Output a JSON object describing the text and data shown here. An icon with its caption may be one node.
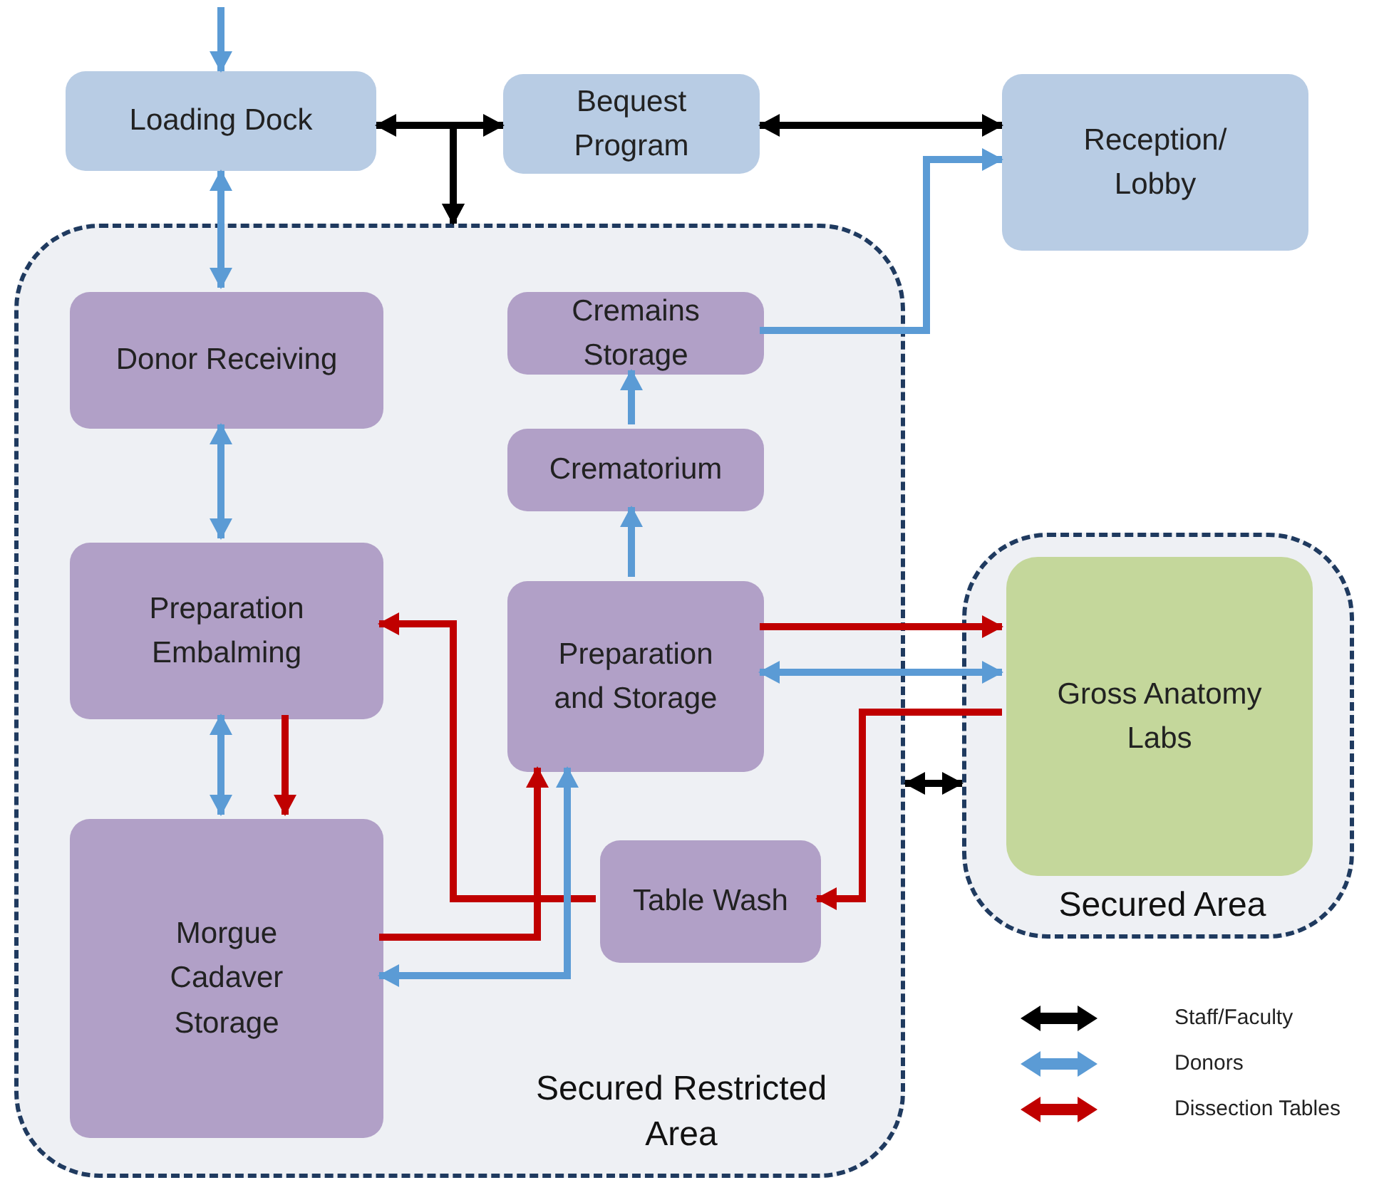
{
  "diagram": {
    "nodes": [
      {
        "text": [
          "Loading Dock"
        ]
      },
      {
        "text": [
          "Bequest Program"
        ]
      },
      {
        "text": [
          "Reception/ Lobby"
        ]
      },
      {
        "text": [
          "Secured Restricted Area"
        ]
      },
      {
        "text": [
          "Donor Receiving"
        ],
        "in": 3
      },
      {
        "text": [
          "Cremains Storage"
        ],
        "in": 3
      },
      {
        "text": [
          "Crematorium"
        ],
        "in": 3
      },
      {
        "text": [
          "Preparation Embalming"
        ],
        "in": 3
      },
      {
        "text": [
          "Preparation and Storage"
        ],
        "in": 3
      },
      {
        "text": [
          "Morgue Cadaver Storage"
        ],
        "in": 3
      },
      {
        "text": [
          "Table Wash"
        ],
        "in": 3
      },
      {
        "text": [
          "Secured Area"
        ]
      },
      {
        "text": [
          "Gross Anatomy Labs"
        ],
        "in": 11
      }
    ],
    "edges": [
      {
        "from": null,
        "to": 0,
        "arrow": "to"
      },
      {
        "from": 0,
        "to": 1,
        "arrow": "both",
        "color": "#000000"
      },
      {
        "from": 0,
        "to": 3,
        "arrow": "to",
        "color": "#000000"
      },
      {
        "from": 1,
        "to": 3,
        "arrow": "to",
        "color": "#000000"
      },
      {
        "from": 1,
        "to": 2,
        "arrow": "both",
        "color": "#000000"
      },
      {
        "from": 0,
        "to": 4,
        "arrow": "both"
      },
      {
        "from": 5,
        "to": 2,
        "arrow": "to"
      },
      {
        "from": 4,
        "to": 7,
        "arrow": "both"
      },
      {
        "from": 6,
        "to": 5,
        "arrow": "to"
      },
      {
        "from": 8,
        "to": 6,
        "arrow": "to"
      },
      {
        "from": 7,
        "to": 9,
        "arrow": "both"
      },
      {
        "from": 7,
        "to": 9,
        "arrow": "to",
        "color": "#c00000"
      },
      {
        "from": 10,
        "to": 7,
        "arrow": "to",
        "color": "#c00000"
      },
      {
        "from": 9,
        "to": 8,
        "arrow": "to",
        "color": "#c00000"
      },
      {
        "from": 8,
        "to": 9,
        "arrow": "both"
      },
      {
        "from": 8,
        "to": 12,
        "arrow": "to",
        "color": "#c00000"
      },
      {
        "from": 8,
        "to": 12,
        "arrow": "both"
      },
      {
        "from": 12,
        "to": 10,
        "arrow": "to",
        "color": "#c00000"
      },
      {
        "from": 3,
        "to": 11,
        "arrow": "both",
        "color": "#000000"
      }
    ],
    "legend": [
      {
        "text": "Staff/Faculty",
        "color": "#000000"
      },
      {
        "text": "Donors",
        "color": "#5b9bd5"
      },
      {
        "text": "Dissection Tables",
        "color": "#c00000"
      }
    ]
  }
}
